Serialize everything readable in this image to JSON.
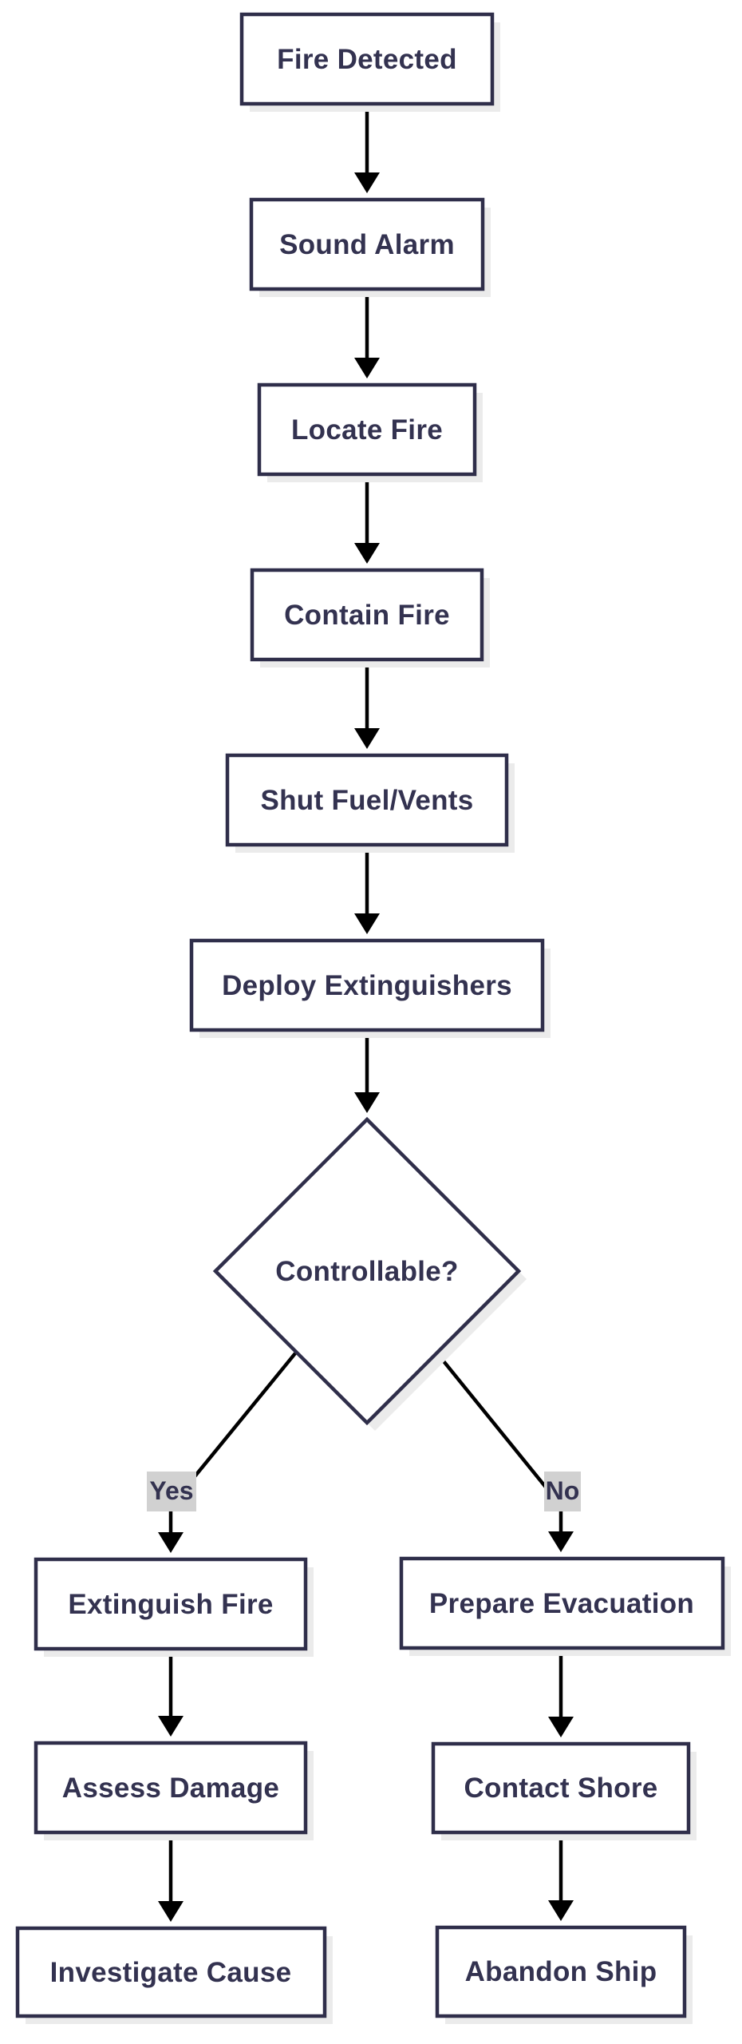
{
  "diagram": {
    "type": "flowchart",
    "nodes": {
      "fire_detected": {
        "label": "Fire Detected",
        "shape": "rect"
      },
      "sound_alarm": {
        "label": "Sound Alarm",
        "shape": "rect"
      },
      "locate_fire": {
        "label": "Locate Fire",
        "shape": "rect"
      },
      "contain_fire": {
        "label": "Contain Fire",
        "shape": "rect"
      },
      "shut_fuel_vents": {
        "label": "Shut Fuel/Vents",
        "shape": "rect"
      },
      "deploy_extinguishers": {
        "label": "Deploy Extinguishers",
        "shape": "rect"
      },
      "controllable": {
        "label": "Controllable?",
        "shape": "diamond"
      },
      "extinguish_fire": {
        "label": "Extinguish Fire",
        "shape": "rect"
      },
      "assess_damage": {
        "label": "Assess Damage",
        "shape": "rect"
      },
      "investigate_cause": {
        "label": "Investigate Cause",
        "shape": "rect"
      },
      "prepare_evacuation": {
        "label": "Prepare Evacuation",
        "shape": "rect"
      },
      "contact_shore": {
        "label": "Contact Shore",
        "shape": "rect"
      },
      "abandon_ship": {
        "label": "Abandon Ship",
        "shape": "rect"
      }
    },
    "edge_labels": {
      "yes": "Yes",
      "no": "No"
    },
    "colors": {
      "node_stroke": "#2f2e4a",
      "node_fill": "#ffffff",
      "text": "#333250",
      "arrow": "#000000",
      "shadow": "#ebebeb",
      "edge_label_bg": "#d1d1d1",
      "background": "#ffffff"
    }
  }
}
